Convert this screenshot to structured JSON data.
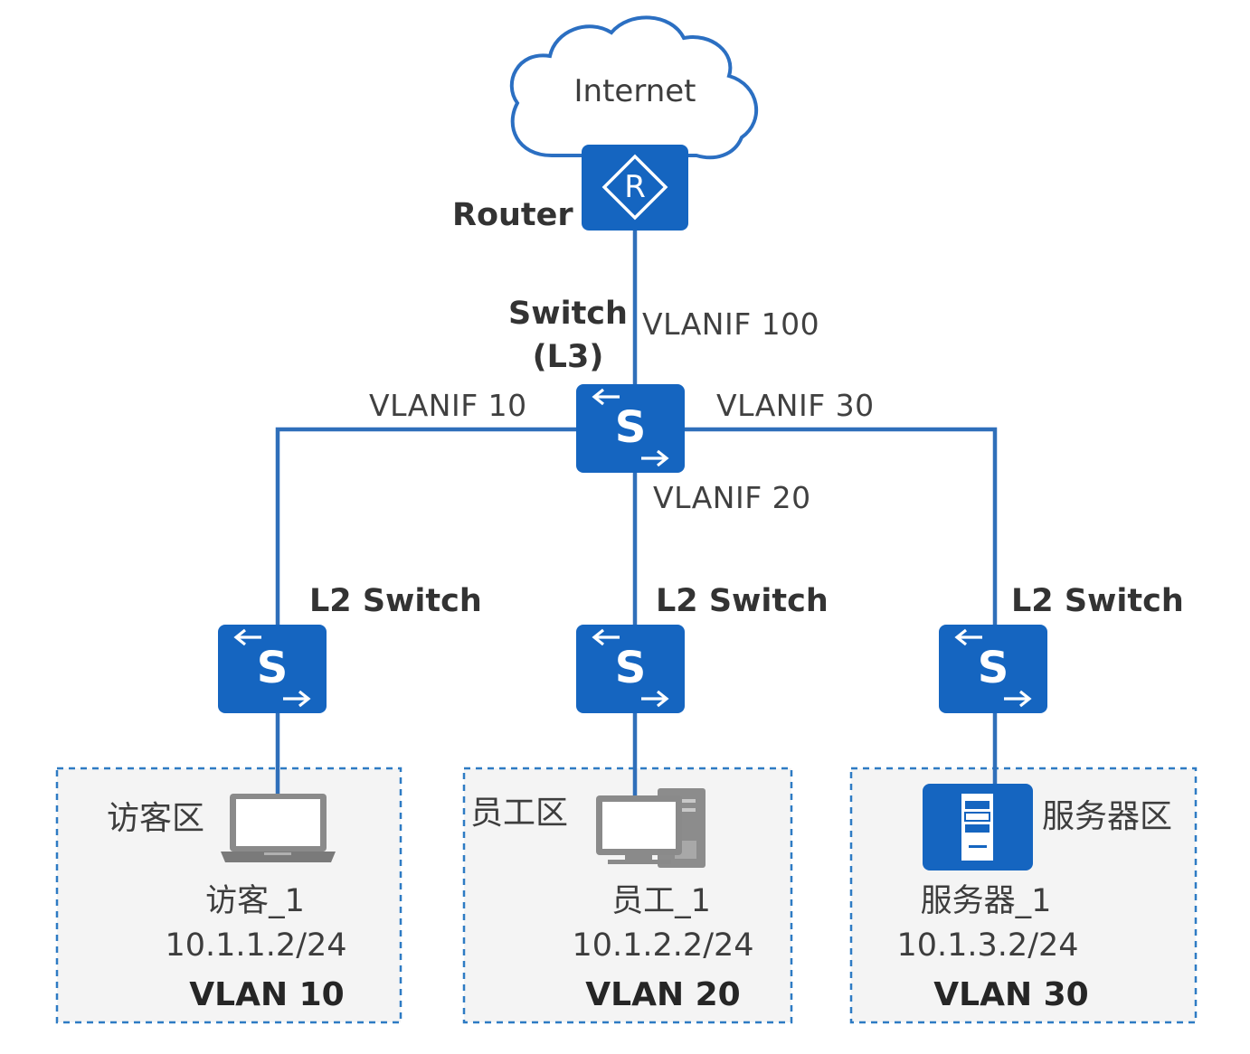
{
  "internet": {
    "label": "Internet"
  },
  "router": {
    "label": "Router",
    "icon": "router-icon",
    "icon_letter": "R"
  },
  "core_switch": {
    "label_line1": "Switch",
    "label_line2": "(L3)",
    "icon": "switch-icon",
    "icon_letter": "S",
    "uplink": "VLANIF 100"
  },
  "links": {
    "left": "VLANIF 10",
    "middle": "VLANIF 20",
    "right": "VLANIF 30"
  },
  "access_switches": [
    {
      "label": "L2 Switch",
      "icon_letter": "S"
    },
    {
      "label": "L2 Switch",
      "icon_letter": "S"
    },
    {
      "label": "L2 Switch",
      "icon_letter": "S"
    }
  ],
  "zones": [
    {
      "zone_label": "访客区",
      "host": "访客_1",
      "ip": "10.1.1.2/24",
      "vlan": "VLAN 10",
      "device_icon": "laptop-icon"
    },
    {
      "zone_label": "员工区",
      "host": "员工_1",
      "ip": "10.1.2.2/24",
      "vlan": "VLAN 20",
      "device_icon": "desktop-pc-icon"
    },
    {
      "zone_label": "服务器区",
      "host": "服务器_1",
      "ip": "10.1.3.2/24",
      "vlan": "VLAN 30",
      "device_icon": "server-icon"
    }
  ],
  "colors": {
    "device_blue": "#1565c0",
    "link_blue": "#2f6fba",
    "cloud_stroke": "#2b6fc2",
    "zone_border": "#2e7bc4",
    "zone_fill": "#f4f4f4",
    "device_gray": "#8a8a8a"
  }
}
